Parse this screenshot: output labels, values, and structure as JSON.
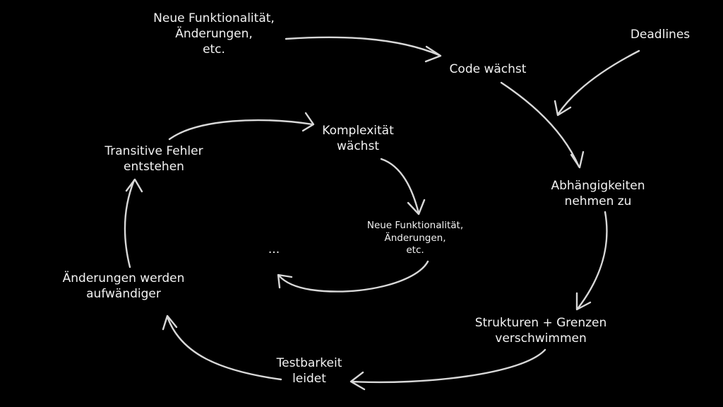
{
  "nodes": {
    "new_features_top": {
      "lines": [
        "Neue Funktionalität,",
        "Änderungen,",
        "etc."
      ]
    },
    "deadlines": {
      "lines": [
        "Deadlines"
      ]
    },
    "code_grows": {
      "lines": [
        "Code wächst"
      ]
    },
    "dependencies": {
      "lines": [
        "Abhängigkeiten",
        "nehmen zu"
      ]
    },
    "structures": {
      "lines": [
        "Strukturen + Grenzen",
        "verschwimmen"
      ]
    },
    "testability": {
      "lines": [
        "Testbarkeit",
        "leidet"
      ]
    },
    "changes_costly": {
      "lines": [
        "Änderungen werden",
        "aufwändiger"
      ]
    },
    "transitive_errors": {
      "lines": [
        "Transitive Fehler",
        "entstehen"
      ]
    },
    "complexity": {
      "lines": [
        "Komplexität",
        "wächst"
      ]
    },
    "new_features_inner": {
      "lines": [
        "Neue Funktionalität,",
        "Änderungen,",
        "etc."
      ]
    },
    "ellipsis": {
      "lines": [
        "..."
      ]
    }
  },
  "colors": {
    "background": "#000000",
    "text": "#f2f2f2",
    "arrow": "#d8d8d8"
  }
}
